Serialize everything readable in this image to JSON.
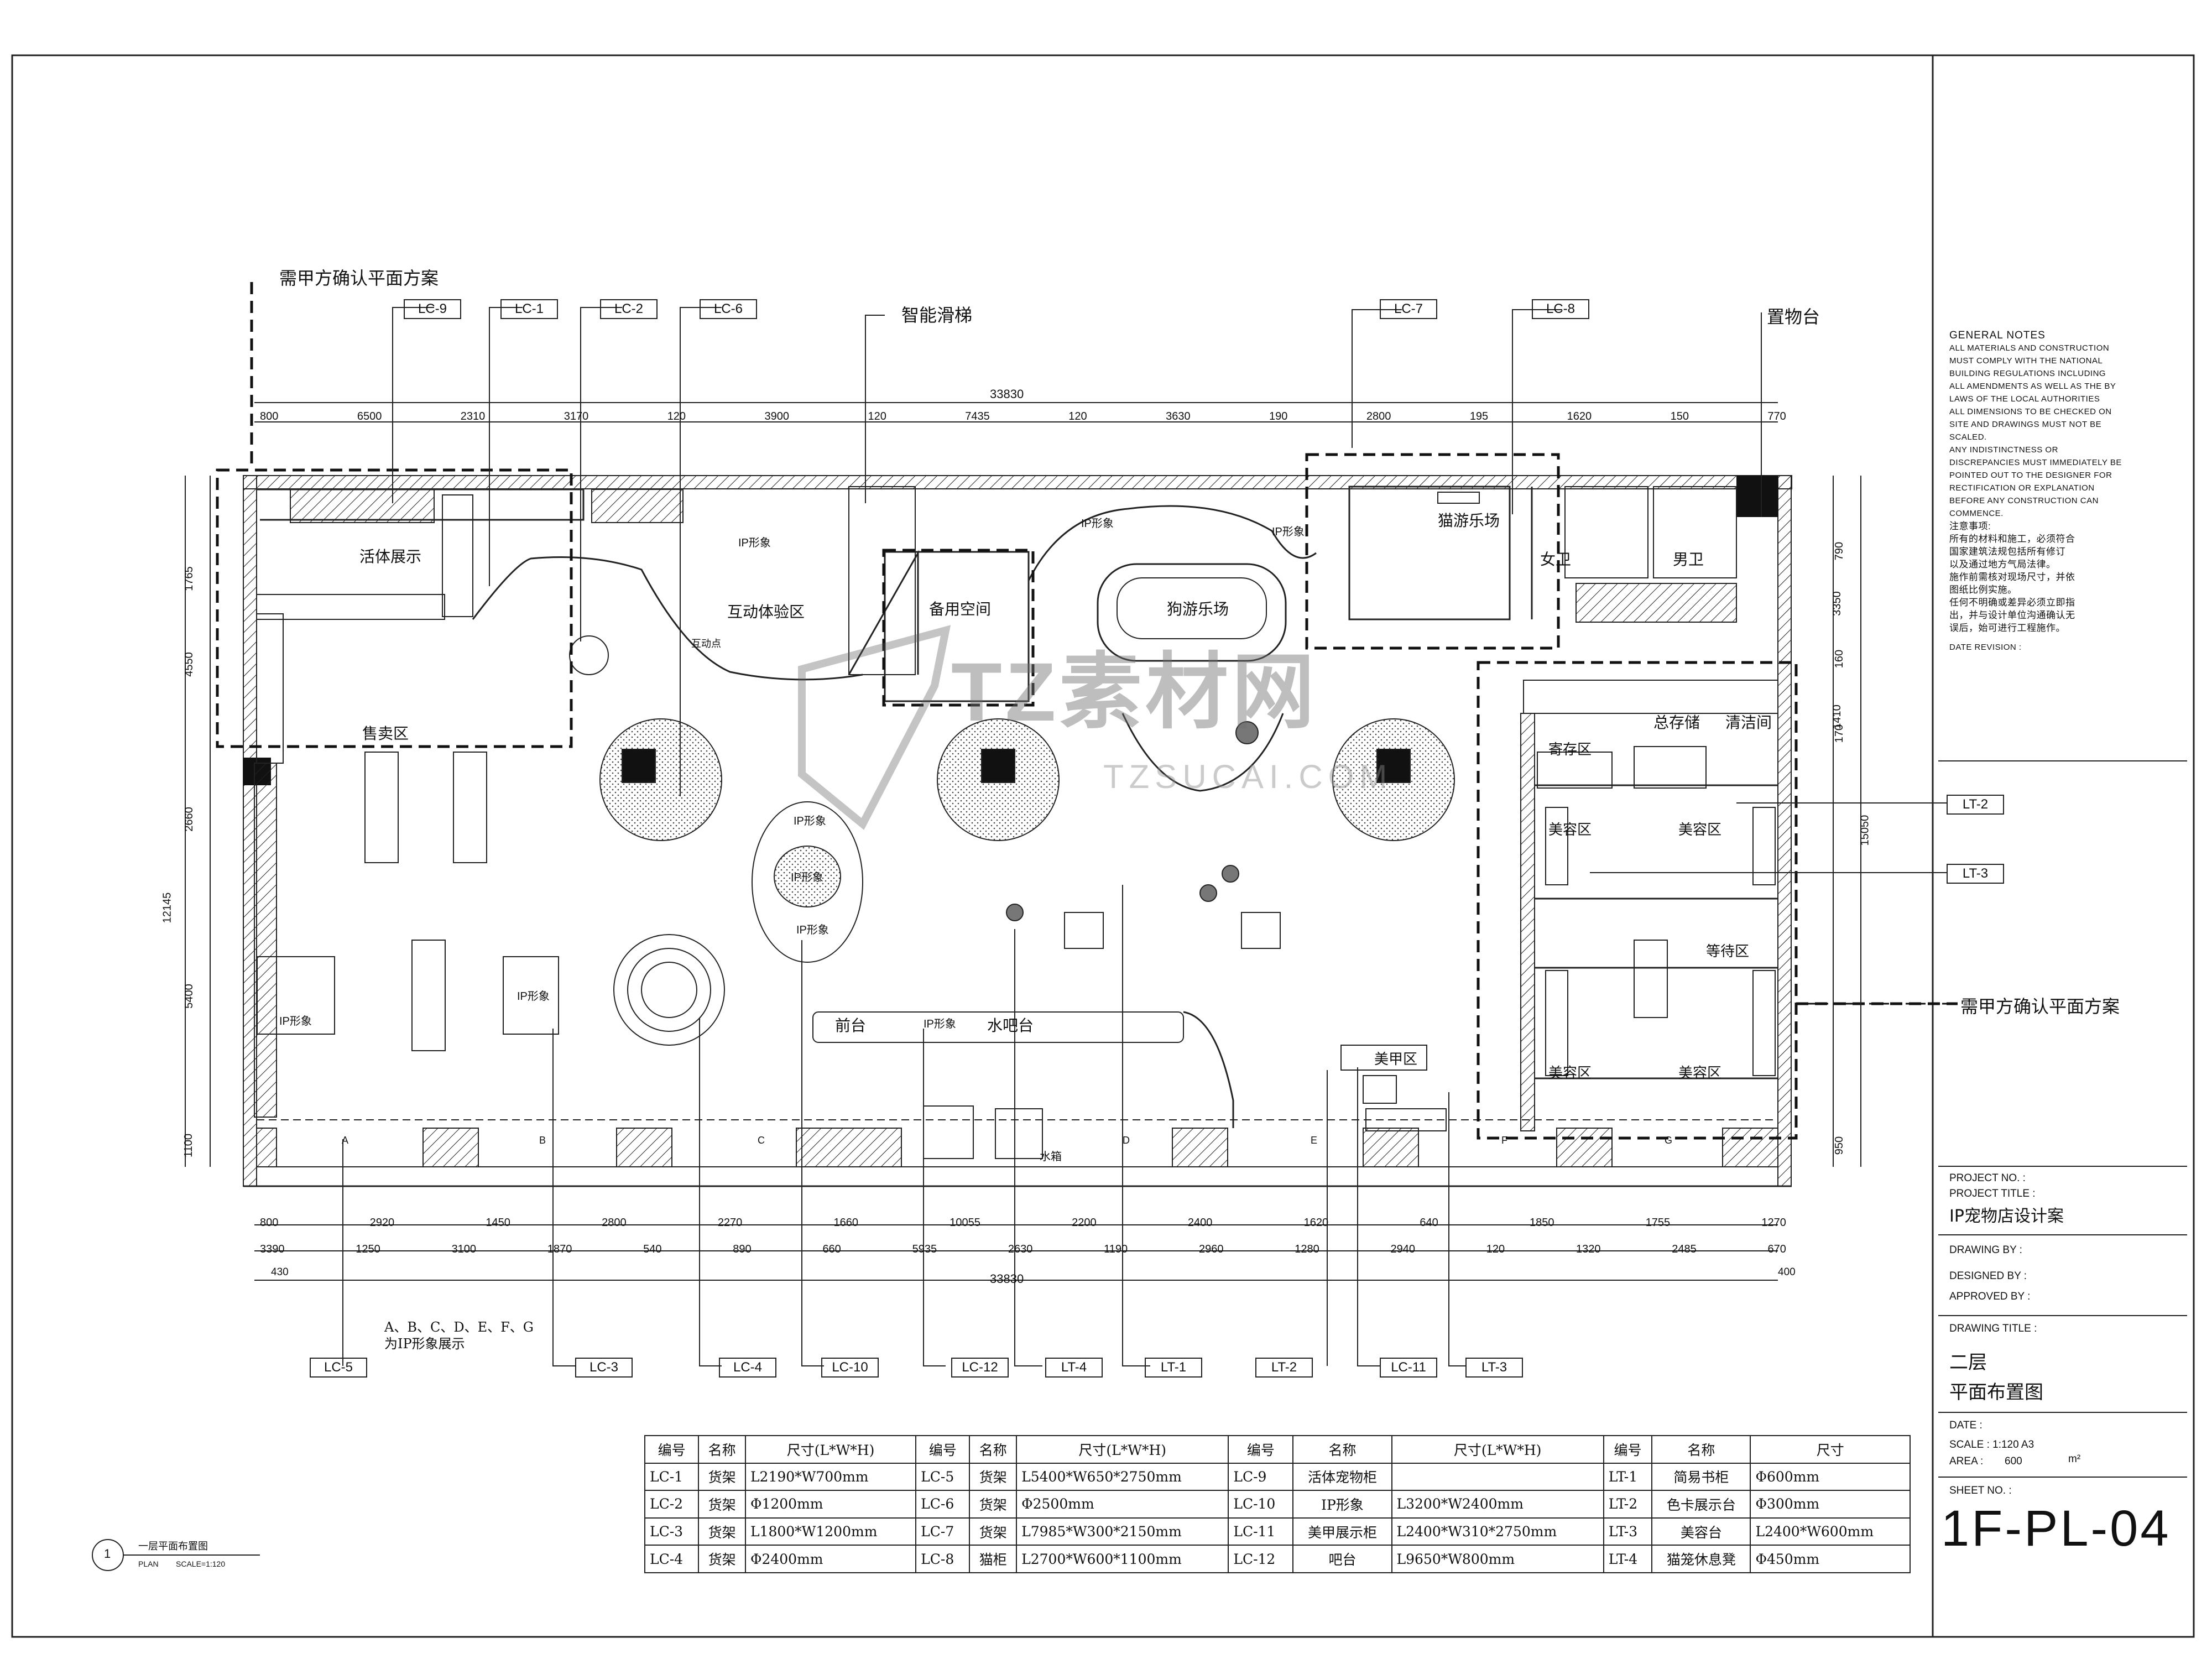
{
  "notes_top_callouts": {
    "confirm_top": "需甲方确认平面方案",
    "confirm_right": "需甲方确认平面方案",
    "slide": "智能滑梯",
    "shelf_stand": "置物台"
  },
  "callout_tags": [
    "LC-9",
    "LC-1",
    "LC-2",
    "LC-6",
    "LC-7",
    "LC-8",
    "LT-2",
    "LT-3",
    "LC-5",
    "LC-3",
    "LC-4",
    "LC-10",
    "LC-12",
    "LT-4",
    "LT-1",
    "LT-2",
    "LC-11",
    "LT-3"
  ],
  "dimensions": {
    "total_top": "33830",
    "top_row": [
      "800",
      "6500",
      "2310",
      "3170",
      "120",
      "3900",
      "120",
      "7435",
      "120",
      "3630",
      "190",
      "2800",
      "195",
      "1620",
      "150",
      "770"
    ],
    "bottom_row1": [
      "800",
      "2920",
      "1450",
      "2800",
      "2270",
      "1660",
      "10055",
      "2200",
      "2400",
      "1620",
      "640",
      "1850",
      "1755",
      "1270"
    ],
    "bottom_row2": [
      "3390",
      "1250",
      "3100",
      "1870",
      "540",
      "890",
      "660",
      "5935",
      "2630",
      "1190",
      "2960",
      "1280",
      "2940",
      "120",
      "1320",
      "2485",
      "670"
    ],
    "bottom_edge_left": "430",
    "bottom_edge_right": "400",
    "total_bottom": "33830",
    "left_outer": [
      "1765",
      "4550",
      "2660",
      "5400",
      "1100"
    ],
    "left_total": "12145",
    "right_side": [
      "790",
      "3350",
      "160",
      "1410",
      "170",
      "950"
    ],
    "right_total": "15050"
  },
  "rooms": {
    "live_display": "活体展示",
    "interactive": "互动体验区",
    "spare": "备用空间",
    "dog_play": "狗游乐场",
    "cat_play": "猫游乐场",
    "female_wc": "女卫",
    "male_wc": "男卫",
    "sales": "售卖区",
    "store_cabinet": "总存储",
    "clean_room": "清洁间",
    "deposit": "寄存区",
    "grooming_1": "美容区",
    "grooming_2": "美容区",
    "grooming_3": "美容区",
    "grooming_4": "美容区",
    "waiting": "等待区",
    "front_desk": "前台",
    "water_bar": "水吧台",
    "nail": "美甲区",
    "water_tank": "水箱",
    "ip_image": "IP形象",
    "interactive_point": "互动点",
    "window_labels": [
      "A",
      "B",
      "C",
      "D",
      "E",
      "F",
      "G"
    ],
    "ip_note_line1": "A、B、C、D、E、F、G",
    "ip_note_line2": "为IP形象展示"
  },
  "watermark": {
    "main": "TZ素材网",
    "sub": "TZSUCAI.COM"
  },
  "general_notes": {
    "heading": "GENERAL NOTES",
    "lines": [
      "ALL MATERIALS AND CONSTRUCTION",
      "MUST COMPLY WITH THE NATIONAL",
      "BUILDING REGULATIONS INCLUDING",
      "ALL AMENDMENTS AS WELL AS THE BY",
      "LAWS OF THE LOCAL AUTHORITIES",
      "ALL DIMENSIONS TO BE CHECKED ON",
      "SITE AND DRAWINGS MUST NOT BE",
      "SCALED.",
      "ANY INDISTINCTNESS OR",
      "DISCREPANCIES MUST IMMEDIATELY BE",
      "POINTED OUT TO THE DESIGNER FOR",
      "RECTIFICATION OR EXPLANATION",
      "BEFORE ANY CONSTRUCTION CAN",
      "COMMENCE."
    ],
    "cn_heading": "注意事项:",
    "cn_lines": [
      "所有的材料和施工，必须符合",
      "国家建筑法规包括所有修订",
      "以及通过地方气局法律。",
      "施作前需核对现场尺寸，并依",
      "图纸比例实施。",
      "任何不明确或差异必须立即指",
      "出，并与设计单位沟通确认无",
      "误后，始可进行工程施作。"
    ],
    "date_revision": "DATE REVISION :"
  },
  "title_block": {
    "project_no": "PROJECT NO. :",
    "project_title_label": "PROJECT TITLE :",
    "project_title": "IP宠物店设计案",
    "drawn_by": "DRAWING BY :",
    "designed_by": "DESIGNED BY :",
    "approved_by": "APPROVED BY :",
    "drawing_title_label": "DRAWING TITLE :",
    "drawing_title_1": "二层",
    "drawing_title_2": "平面布置图",
    "date": "DATE :",
    "scale": "SCALE : 1:120 A3",
    "area_label": "AREA :",
    "area_value": "600",
    "area_unit": "m²",
    "sheet_no_label": "SHEET NO. :",
    "sheet_no": "1F-PL-04"
  },
  "plan_caption": {
    "number": "1",
    "title": "一层平面布置图",
    "plan": "PLAN",
    "scale": "SCALE=1:120"
  },
  "legend": {
    "header": [
      "编号",
      "名称",
      "尺寸(L*W*H)",
      "编号",
      "名称",
      "尺寸(L*W*H)",
      "编号",
      "名称",
      "尺寸(L*W*H)",
      "编号",
      "名称",
      "尺寸"
    ],
    "rows": [
      [
        "LC-1",
        "货架",
        "L2190*W700mm",
        "LC-5",
        "货架",
        "L5400*W650*2750mm",
        "LC-9",
        "活体宠物柜",
        "",
        "LT-1",
        "简易书柜",
        "Φ600mm"
      ],
      [
        "LC-2",
        "货架",
        "Φ1200mm",
        "LC-6",
        "货架",
        "Φ2500mm",
        "LC-10",
        "IP形象",
        "L3200*W2400mm",
        "LT-2",
        "色卡展示台",
        "Φ300mm"
      ],
      [
        "LC-3",
        "货架",
        "L1800*W1200mm",
        "LC-7",
        "货架",
        "L7985*W300*2150mm",
        "LC-11",
        "美甲展示柜",
        "L2400*W310*2750mm",
        "LT-3",
        "美容台",
        "L2400*W600mm"
      ],
      [
        "LC-4",
        "货架",
        "Φ2400mm",
        "LC-8",
        "猫柜",
        "L2700*W600*1100mm",
        "LC-12",
        "吧台",
        "L9650*W800mm",
        "LT-4",
        "猫笼休息凳",
        "Φ450mm"
      ]
    ]
  }
}
